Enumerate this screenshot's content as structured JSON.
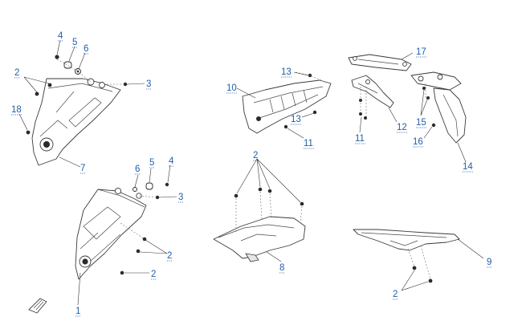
{
  "diagram": {
    "callouts": [
      {
        "id": "c4a",
        "label": "4"
      },
      {
        "id": "c5a",
        "label": "5"
      },
      {
        "id": "c6a",
        "label": "6"
      },
      {
        "id": "c2a",
        "label": "2"
      },
      {
        "id": "c3a",
        "label": "3"
      },
      {
        "id": "c18",
        "label": "18"
      },
      {
        "id": "c7",
        "label": "7"
      },
      {
        "id": "c6b",
        "label": "6"
      },
      {
        "id": "c5b",
        "label": "5"
      },
      {
        "id": "c4b",
        "label": "4"
      },
      {
        "id": "c3b",
        "label": "3"
      },
      {
        "id": "c2b",
        "label": "2"
      },
      {
        "id": "c2c",
        "label": "2"
      },
      {
        "id": "c1",
        "label": "1"
      },
      {
        "id": "c10",
        "label": "10"
      },
      {
        "id": "c13a",
        "label": "13"
      },
      {
        "id": "c13b",
        "label": "13"
      },
      {
        "id": "c11a",
        "label": "11"
      },
      {
        "id": "c11b",
        "label": "11"
      },
      {
        "id": "c12",
        "label": "12"
      },
      {
        "id": "c17",
        "label": "17"
      },
      {
        "id": "c15",
        "label": "15"
      },
      {
        "id": "c16",
        "label": "16"
      },
      {
        "id": "c14",
        "label": "14"
      },
      {
        "id": "c2d",
        "label": "2"
      },
      {
        "id": "c8",
        "label": "8"
      },
      {
        "id": "c9",
        "label": "9"
      },
      {
        "id": "c2e",
        "label": "2"
      }
    ]
  }
}
